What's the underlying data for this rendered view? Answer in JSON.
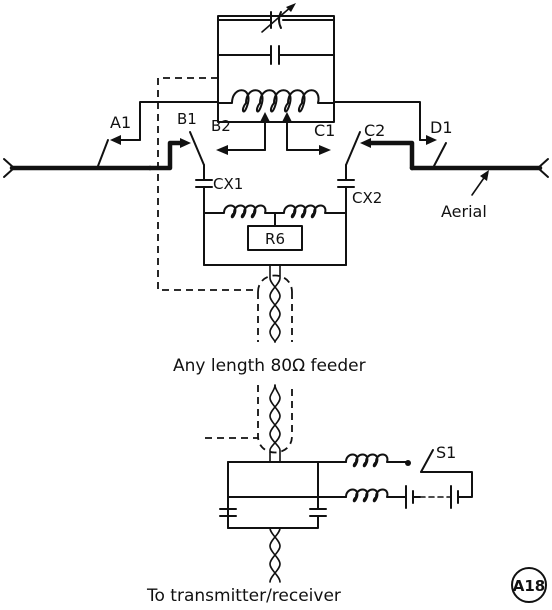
{
  "labels": {
    "a1": "A1",
    "b1": "B1",
    "b2": "B2",
    "c1": "C1",
    "c2": "C2",
    "d1": "D1",
    "cx1": "CX1",
    "cx2": "CX2",
    "r6": "R6",
    "aerial": "Aerial",
    "s1": "S1",
    "feeder": "Any length 80Ω feeder",
    "destination": "To transmitter/receiver",
    "badge": "A18"
  },
  "colors": {
    "ink": "#111111",
    "paper": "#ffffff"
  }
}
